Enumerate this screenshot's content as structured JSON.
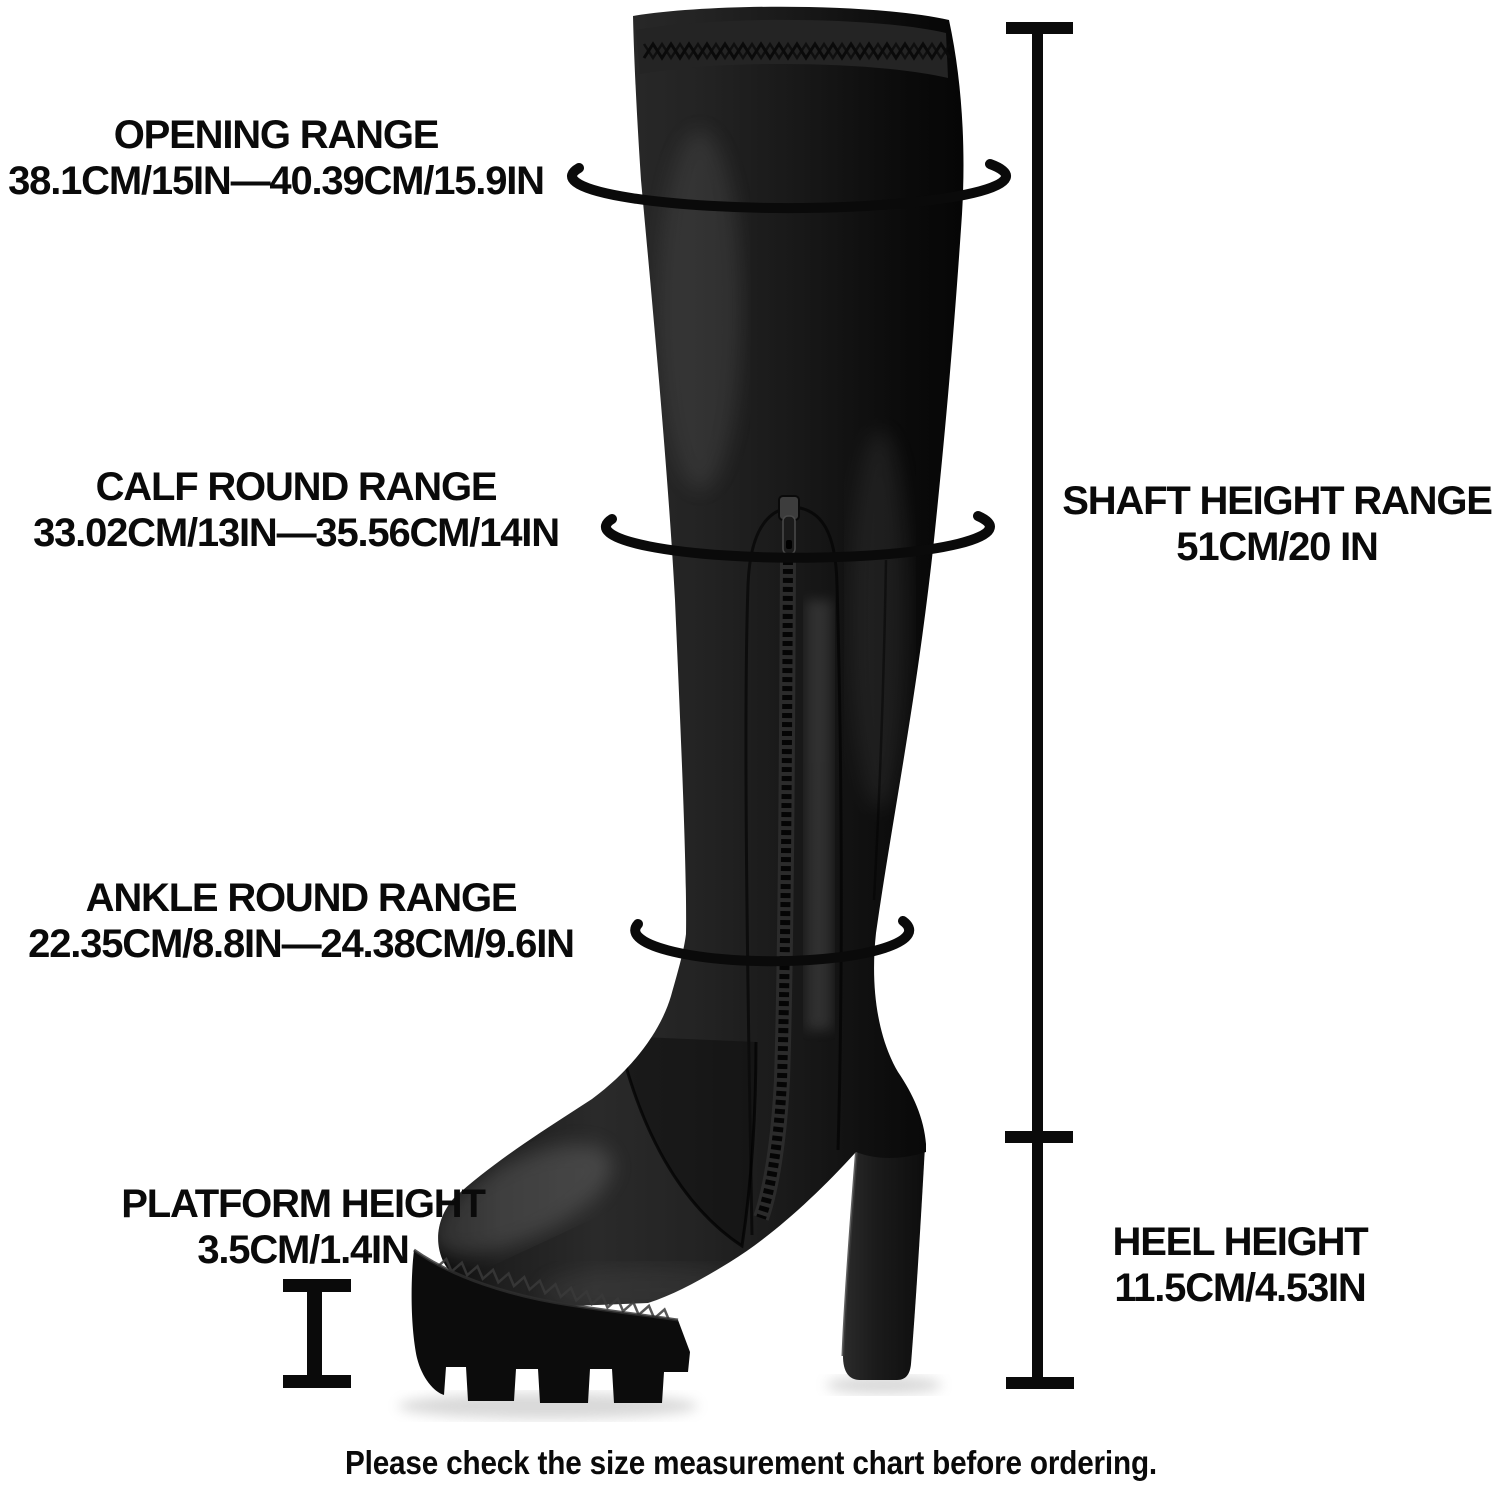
{
  "annotations": {
    "opening": {
      "title": "OPENING RANGE",
      "value": "38.1CM/15IN—40.39CM/15.9IN"
    },
    "calf": {
      "title": "CALF ROUND RANGE",
      "value": "33.02CM/13IN—35.56CM/14IN"
    },
    "ankle": {
      "title": "ANKLE ROUND RANGE",
      "value": "22.35CM/8.8IN—24.38CM/9.6IN"
    },
    "platform": {
      "title": "PLATFORM HEIGHT",
      "value": "3.5CM/1.4IN"
    },
    "shaft": {
      "title": "SHAFT HEIGHT RANGE",
      "value": "51CM/20 IN"
    },
    "heel": {
      "title": "HEEL HEIGHT",
      "value": "11.5CM/4.53IN"
    }
  },
  "note": "Please check the size measurement chart before ordering.",
  "colors": {
    "background": "#ffffff",
    "text": "#0a0a0a",
    "measure_marks": "#0a0a0a",
    "boot_dark": "#0b0b0b",
    "boot_mid": "#232323",
    "boot_highlight": "#3c3c3c"
  },
  "graphics": {
    "boot": "over-knee-platform-block-heel-boot-photo",
    "girth_loops": [
      "opening-girth-loop",
      "calf-girth-loop",
      "ankle-girth-loop"
    ],
    "vertical_ruler": "shaft-and-heel-height-ruler",
    "platform_ruler": "platform-height-ruler"
  }
}
